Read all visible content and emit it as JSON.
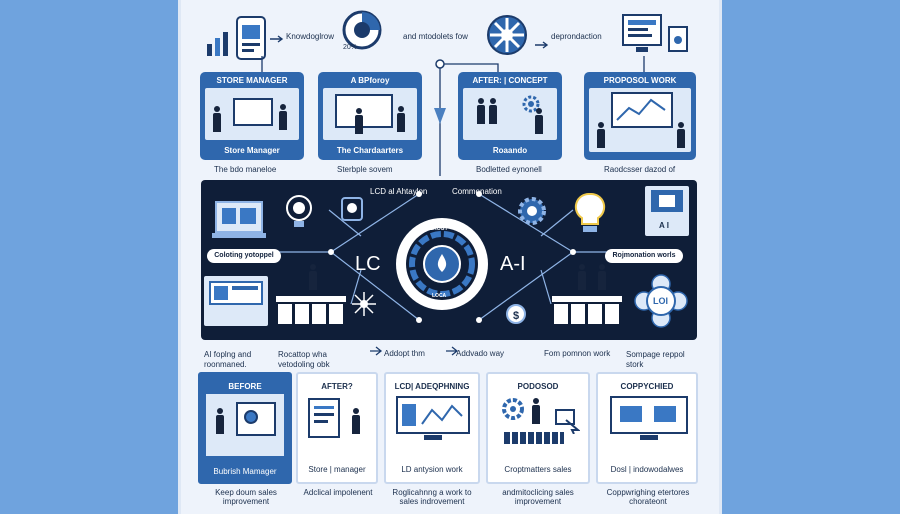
{
  "top_row": {
    "label1": "Knowdoglrow",
    "gauge": "20%",
    "label2": "and mtodolets fow",
    "label3": "deprondaction"
  },
  "panels": [
    {
      "title": "STORE MANAGER",
      "subtitle": "Store Manager",
      "caption": "The bdo maneloe"
    },
    {
      "title": "A BPforoy",
      "subtitle": "The Chardaarters",
      "caption": "Sterbple sovem"
    },
    {
      "title": "AFTER: | CONCEPT",
      "subtitle": "Roaando",
      "caption": "Bodletted eynonell"
    },
    {
      "title": "PROPOSOL WORK",
      "subtitle": "",
      "caption": "Raodcsser dazod of"
    }
  ],
  "middle": {
    "header_left": "LCD al Ahtaylon",
    "header_right": "Commenation",
    "left_pill": "Coloting yotoppel",
    "right_pill": "Rojmonation worls",
    "center_left": "LC",
    "center_right": "A-I",
    "ring_top": "UMEROGY",
    "ring_bottom": "LOCA",
    "lol_badge": "LOI",
    "ai_badge": "A I",
    "dollar": "$"
  },
  "mid_captions": {
    "c1": "AI foplng and roonmaned.",
    "c2": "Rocattop wha vetodoling obk",
    "c3": "Addopt thm",
    "c4": "Addvado way",
    "c5": "Fom pomnon work",
    "c6": "Sompage reppol stork"
  },
  "bottom_cards": [
    {
      "title": "BEFORE",
      "foot": "Bubrish Mamager"
    },
    {
      "title": "AFTER?",
      "foot": "Store | manager"
    },
    {
      "title": "LCD| ADEQPHNING",
      "foot": "LD antysion work"
    },
    {
      "title": "PODOSOD",
      "foot": "Croptmatters sales"
    },
    {
      "title": "COPPYCHIED",
      "foot": "Dosl | indowodalwes"
    }
  ],
  "bottom_captions": {
    "b1": "Keep doum sales improvement",
    "b2": "Adclical impolenent",
    "b3": "Roglicahnng a work to sales indrovement",
    "b4": "andmitoclicing sales improvement",
    "b5": "Coppwrighing etertores chorateont"
  },
  "colors": {
    "background": "#6fa3de",
    "sheet": "#eef3fb",
    "panel": "#2f67ad",
    "dark": "#0f1e38"
  }
}
